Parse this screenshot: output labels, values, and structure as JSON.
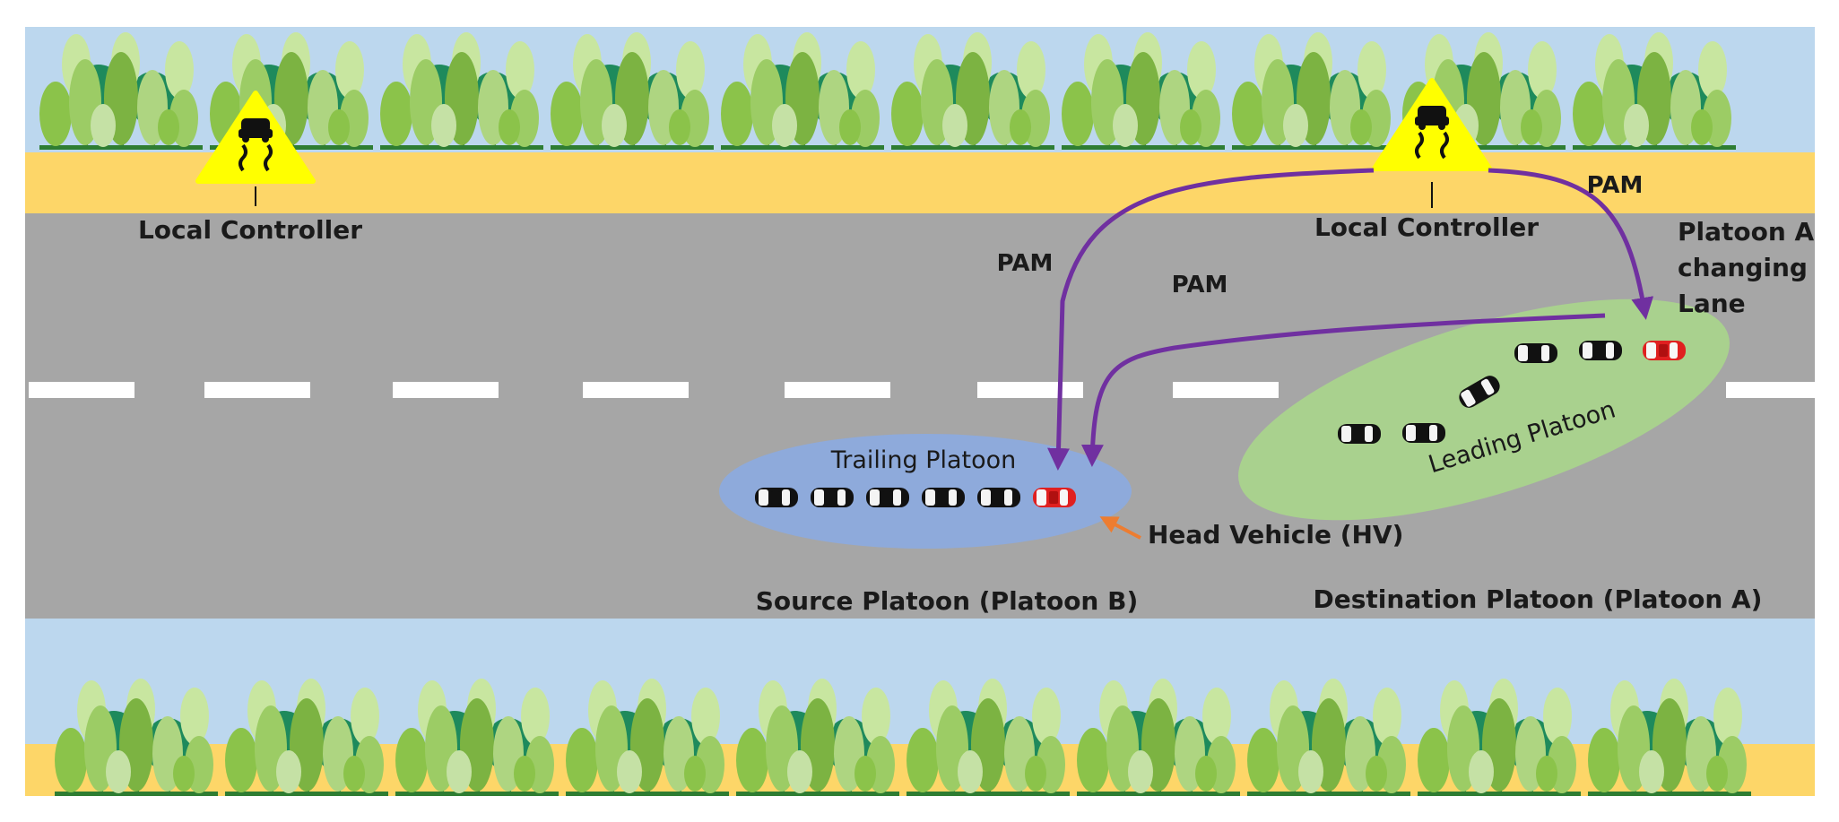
{
  "labels": {
    "local_controller_left": "Local Controller",
    "local_controller_right": "Local Controller",
    "pam_left": "PAM",
    "pam_middle": "PAM",
    "pam_right": "PAM",
    "platoon_a_changing_line1": "Platoon A",
    "platoon_a_changing_line2": "changing",
    "platoon_a_changing_line3": "Lane",
    "trailing_platoon": "Trailing Platoon",
    "leading_platoon": "Leading Platoon",
    "head_vehicle": "Head Vehicle (HV)",
    "source_platoon": "Source Platoon (Platoon B)",
    "destination_platoon": "Destination Platoon (Platoon A)"
  },
  "colors": {
    "sky": "#bcd7ee",
    "sand": "#fdd668",
    "road": "#a6a6a6",
    "lane_marking": "#ffffff",
    "arrow": "#7030a0",
    "hv_pointer": "#ed7d31",
    "trailing_ellipse": "#8eaadb",
    "leading_ellipse": "#a9d18e",
    "warning_sign": "#ffff00",
    "car_dark": "#111111",
    "car_head": "#e02020"
  },
  "icons": {
    "warning_sign": "slippery-road-sign-icon",
    "tree": "tree-icon",
    "car": "car-icon"
  },
  "diagram": {
    "trailing_platoon_cars": 6,
    "leading_platoon_cars": 6,
    "messages": [
      "PAM",
      "PAM",
      "PAM"
    ]
  }
}
